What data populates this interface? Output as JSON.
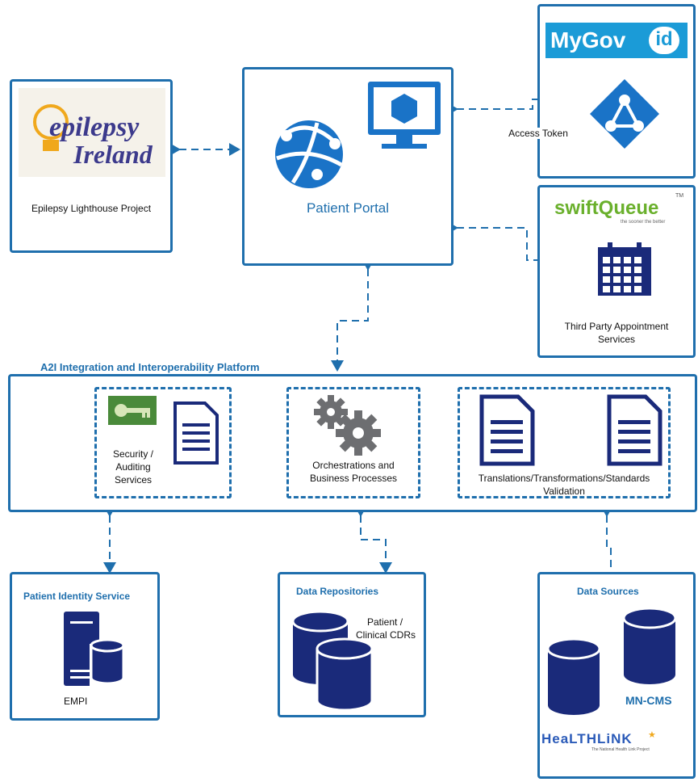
{
  "epilepsy": {
    "logo_line1": "epilepsy",
    "logo_line2": "Ireland",
    "caption": "Epilepsy Lighthouse Project"
  },
  "portal": {
    "label": "Patient Portal"
  },
  "mygovid": {
    "logo_text": "MyGov",
    "logo_badge": "id"
  },
  "access_token": "Access Token",
  "swiftqueue": {
    "logo_text": "swiftQueue",
    "tm": "TM",
    "tagline": "the sooner the better",
    "caption_line1": "Third Party Appointment",
    "caption_line2": "Services"
  },
  "platform": {
    "title": "A2I Integration and Interoperability Platform",
    "security_line1": "Security /",
    "security_line2": "Auditing",
    "security_line3": "Services",
    "orch_line1": "Orchestrations and",
    "orch_line2": "Business Processes",
    "trans_line1": "Translations/Transformations/Standards",
    "trans_line2": "Validation"
  },
  "pis": {
    "title": "Patient Identity Service",
    "caption": "EMPI"
  },
  "repos": {
    "title": "Data Repositories",
    "caption_line1": "Patient /",
    "caption_line2": "Clinical CDRs"
  },
  "sources": {
    "title": "Data Sources",
    "mncms": "MN-CMS",
    "healthlink": "HeaLTHLiNK",
    "healthlink_sub": "The National Health Link Project"
  },
  "colors": {
    "primary": "#1f6fad",
    "navy": "#1a2a7a",
    "icon_blue": "#1a73c7",
    "gear": "#6d6e71",
    "key_green": "#4a8a3a"
  }
}
